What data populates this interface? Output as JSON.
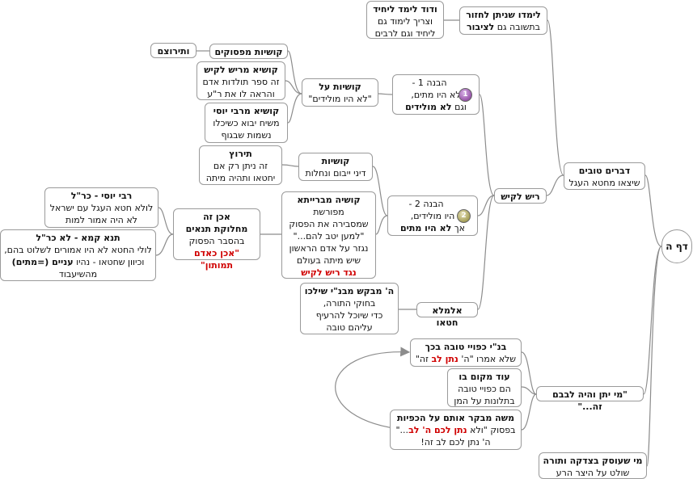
{
  "root": "דף ה",
  "dvarim_tovim": {
    "title": "דברים טובים",
    "sub": "שיצאו מחטא העגל"
  },
  "limdu": {
    "title": "לימדו שניתן לחזור",
    "sub_a": "בתשובה גם ",
    "sub_b": "לציבור"
  },
  "david": {
    "title": "ודוד לימד ליחיד",
    "l1": "וצריך לימוד גם",
    "l2": "ליחיד וגם לרבים"
  },
  "kushiot_mipsukim": "קושיות מפסוקים",
  "veteirutzam": "ותירוצם",
  "kushia_reish": {
    "title": "קושיא מריש לקיש",
    "l1": "זה ספר תולדות אדם",
    "l2": "והראה לו את ר\"ע"
  },
  "kushia_yosi": {
    "title": "קושיא מרבי יוסי",
    "l1": "משיח יבוא כשיכלו",
    "l2": "נשמות שבגוף"
  },
  "kushiot_al": {
    "title": "קושיות על",
    "l1": "\"לא היו מולידים\""
  },
  "havana1": {
    "badge": "1",
    "l1": "הבנה 1 -",
    "l2": "לא היו מתים,",
    "l3_a": "וגם ",
    "l3_b": "לא מולידים"
  },
  "reish_lakish": "ריש לקיש",
  "teirutz": {
    "title": "תירוץ",
    "l1": "זה ניתן רק אם",
    "l2": "יחטאו ותהיה מיתה"
  },
  "kushiot2": {
    "title": "קושיות",
    "l1": "דיני ייבום ונחלות"
  },
  "havana2": {
    "badge": "2",
    "l1": "הבנה 2 -",
    "l2": "היו מולידים,",
    "l3_a": "אך ",
    "l3_b": "לא היו מתים"
  },
  "rabbi_yosi": {
    "title": "רבי יוסי - כר\"ל",
    "l1": "לולא חטא העגל עם ישראל",
    "l2": "לא היה אמור למות"
  },
  "tana_kama": {
    "title": "תנא קמא - לא כר\"ל",
    "l1": "לולי החטא לא היו אמורים לשלוט בהם,",
    "l2_a": "וכיוון שחטאו - נהיו ",
    "l2_b": "עניים (=מתים)",
    "l3": "מהשיעבוד"
  },
  "achen": {
    "title": "אכן זה",
    "l1": "מחלוקת תנאים",
    "l2": "בהסבר הפסוק",
    "l3": "\"אכן כאדם תמותון\""
  },
  "kushia_baraita": {
    "title": "קושיה מברייתא",
    "l1": "מפורשת",
    "l2": "שמסבירה את הפסוק",
    "l3": "\"למען יטב להם...\"",
    "l4": "נגזר על אדם הראשון",
    "l5": "שיש מיתה בעולם",
    "l6": "נגד ריש לקיש"
  },
  "almale": "אלמלא חטאו",
  "hashem_mevakesh": {
    "title": "ה' מבקש מבנ\"י שילכו",
    "l1": "בחוקי התורה,",
    "l2": "כדי שיוכל להרעיף",
    "l3": "עליהם טובה"
  },
  "mi_yiten": "\"מי יתן והיה לבבם זה...\"",
  "bnei_kfuyei": {
    "title": "בנ\"י כפויי טובה בכך",
    "l1_a": "שלא אמרו \"ה' ",
    "l1_b": "נתן לב",
    "l1_c": " זה\""
  },
  "od_makom": {
    "title": "עוד מקום בו",
    "l1": "הם כפויי טובה",
    "l2": "בתלונות על המן"
  },
  "moshe": {
    "title": "משה מבקר אותם על הכפיות",
    "l1_a": "בפסוק \"ולא ",
    "l1_b": "נתן לכם ה' לב",
    "l1_c": "...\"",
    "l2": "ה' נתן לכם לב זה!"
  },
  "mi_sheosek": {
    "title": "מי שעוסק בצדקה ותורה",
    "l1": "שולט על היצר הרע"
  },
  "colors": {
    "line": "#8c8c8c",
    "border": "#9a9a9a",
    "accent_red": "#d00000",
    "badge1": "#7a2a8c",
    "badge2": "#8a8430"
  }
}
